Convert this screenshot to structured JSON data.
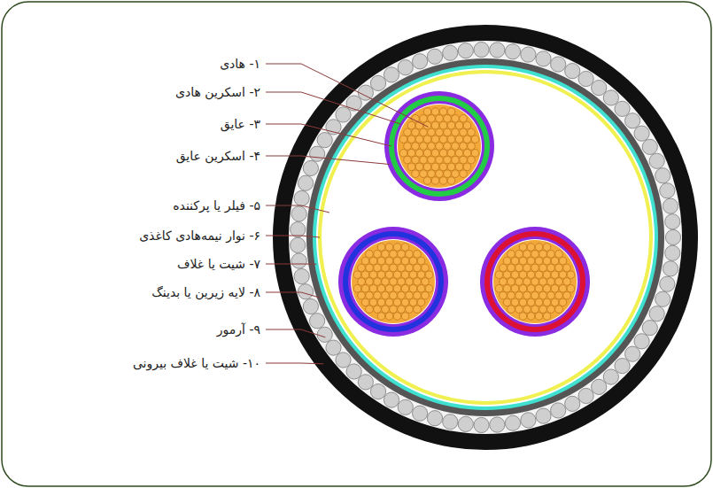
{
  "diagram": {
    "labels": [
      "۱- هادی",
      "۲- اسکرین هادی",
      "۳- عایق",
      "۴- اسکرین عایق",
      "۵- فیلر یا پرکننده",
      "۶- نوار نیمه‌هادی کاغذی",
      "۷- شیت یا غلاف",
      "۸- لایه زیرین یا بدینگ",
      "۹- آرمور",
      "۱۰- شیت یا غلاف بیرونی"
    ]
  }
}
